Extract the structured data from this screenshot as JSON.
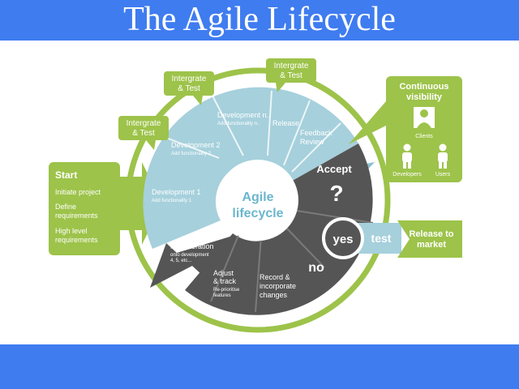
{
  "title": "The Agile Lifecycle",
  "center": {
    "line1": "Agile",
    "line2": "lifecycle"
  },
  "start_box": {
    "heading": "Start",
    "items": [
      {
        "line1": "Initiate project",
        "line2": ""
      },
      {
        "line1": "Define",
        "line2": "requirements"
      },
      {
        "line1": "High level",
        "line2": "requirements"
      }
    ]
  },
  "callouts": {
    "integrate_left": {
      "line1": "Intergrate",
      "line2": "& Test"
    },
    "integrate_mid": {
      "line1": "Intergrate",
      "line2": "& Test"
    },
    "integrate_right": {
      "line1": "Intergrate",
      "line2": "& Test"
    }
  },
  "segments": {
    "dev1": {
      "title": "Development 1",
      "sub": "Add functionality 1"
    },
    "dev2": {
      "title": "Development 2",
      "sub": "Add functionality 2"
    },
    "devn": {
      "title": "Development n..",
      "sub": "Add functionality n.."
    },
    "release": "Release",
    "feedback": {
      "line1": "Feedback",
      "line2": "Review"
    },
    "accept": "Accept",
    "question": "?",
    "no": "no",
    "record": {
      "line1": "Record &",
      "line2": "incorporate",
      "line3": "changes"
    },
    "adjust": {
      "line1": "Adjust",
      "line2": "& track",
      "line3": "Re-prioritise",
      "line4": "features"
    },
    "next": {
      "line1": "Next Iteration",
      "line2": "onto development",
      "line3": "4, 5, etc..."
    }
  },
  "yes_label": "yes",
  "test_label": "test",
  "release_market": {
    "line1": "Release to",
    "line2": "market"
  },
  "visibility": {
    "title_line1": "Continuous",
    "title_line2": "visibility",
    "clients": "Clients",
    "developers": "Developers",
    "users": "Users"
  },
  "colors": {
    "banner": "#3f7cf0",
    "green": "#9dc34a",
    "green_dark": "#88b03a",
    "teal": "#a6d0dc",
    "teal_dark": "#8cbfd0",
    "dark": "#555555",
    "dark_line": "#7a7a7a"
  }
}
